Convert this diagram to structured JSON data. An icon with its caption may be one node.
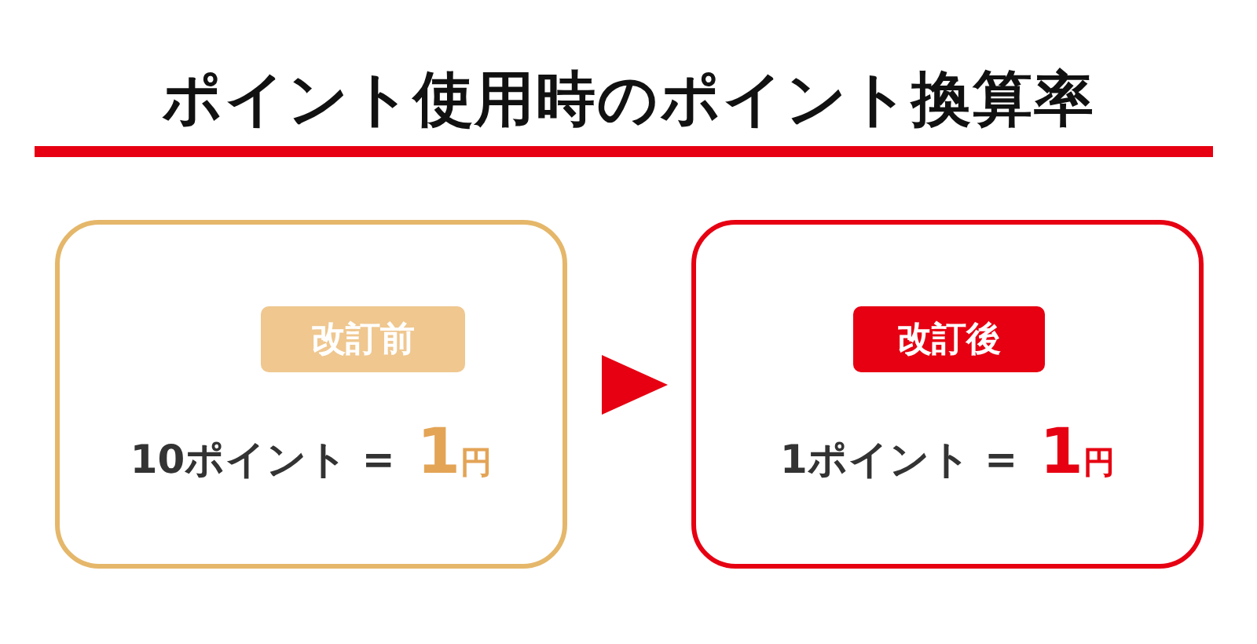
{
  "diagram": {
    "title": "ポイント使用時のポイント換算率",
    "nodes": [
      {
        "text": [
          "10ポイント =",
          "1円"
        ]
      },
      {
        "text": [
          "改訂前"
        ],
        "in": 0
      },
      {
        "text": [
          "1ポイント =",
          "1円"
        ]
      },
      {
        "text": [
          "改訂後"
        ],
        "in": 2
      }
    ],
    "edges": [
      {
        "from": 0,
        "to": 2,
        "arrow": "to"
      }
    ]
  }
}
